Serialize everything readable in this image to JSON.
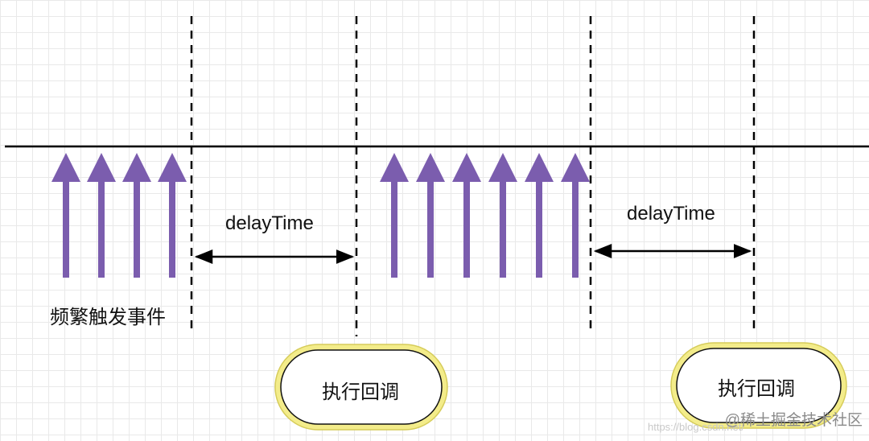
{
  "labels": {
    "delay_time": "delayTime",
    "frequent_trigger": "频繁触发事件",
    "execute_callback": "执行回调"
  },
  "watermark": {
    "text": "@稀土掘金技术社区",
    "url": "https://blog.csdn.net/"
  },
  "colors": {
    "event_arrow": "#7b5dae",
    "timeline": "#000000",
    "callback_outer": "#f3ec8a",
    "callback_inner": "#ffffff"
  },
  "groups": [
    {
      "event_count": 4
    },
    {
      "event_count": 6
    }
  ]
}
